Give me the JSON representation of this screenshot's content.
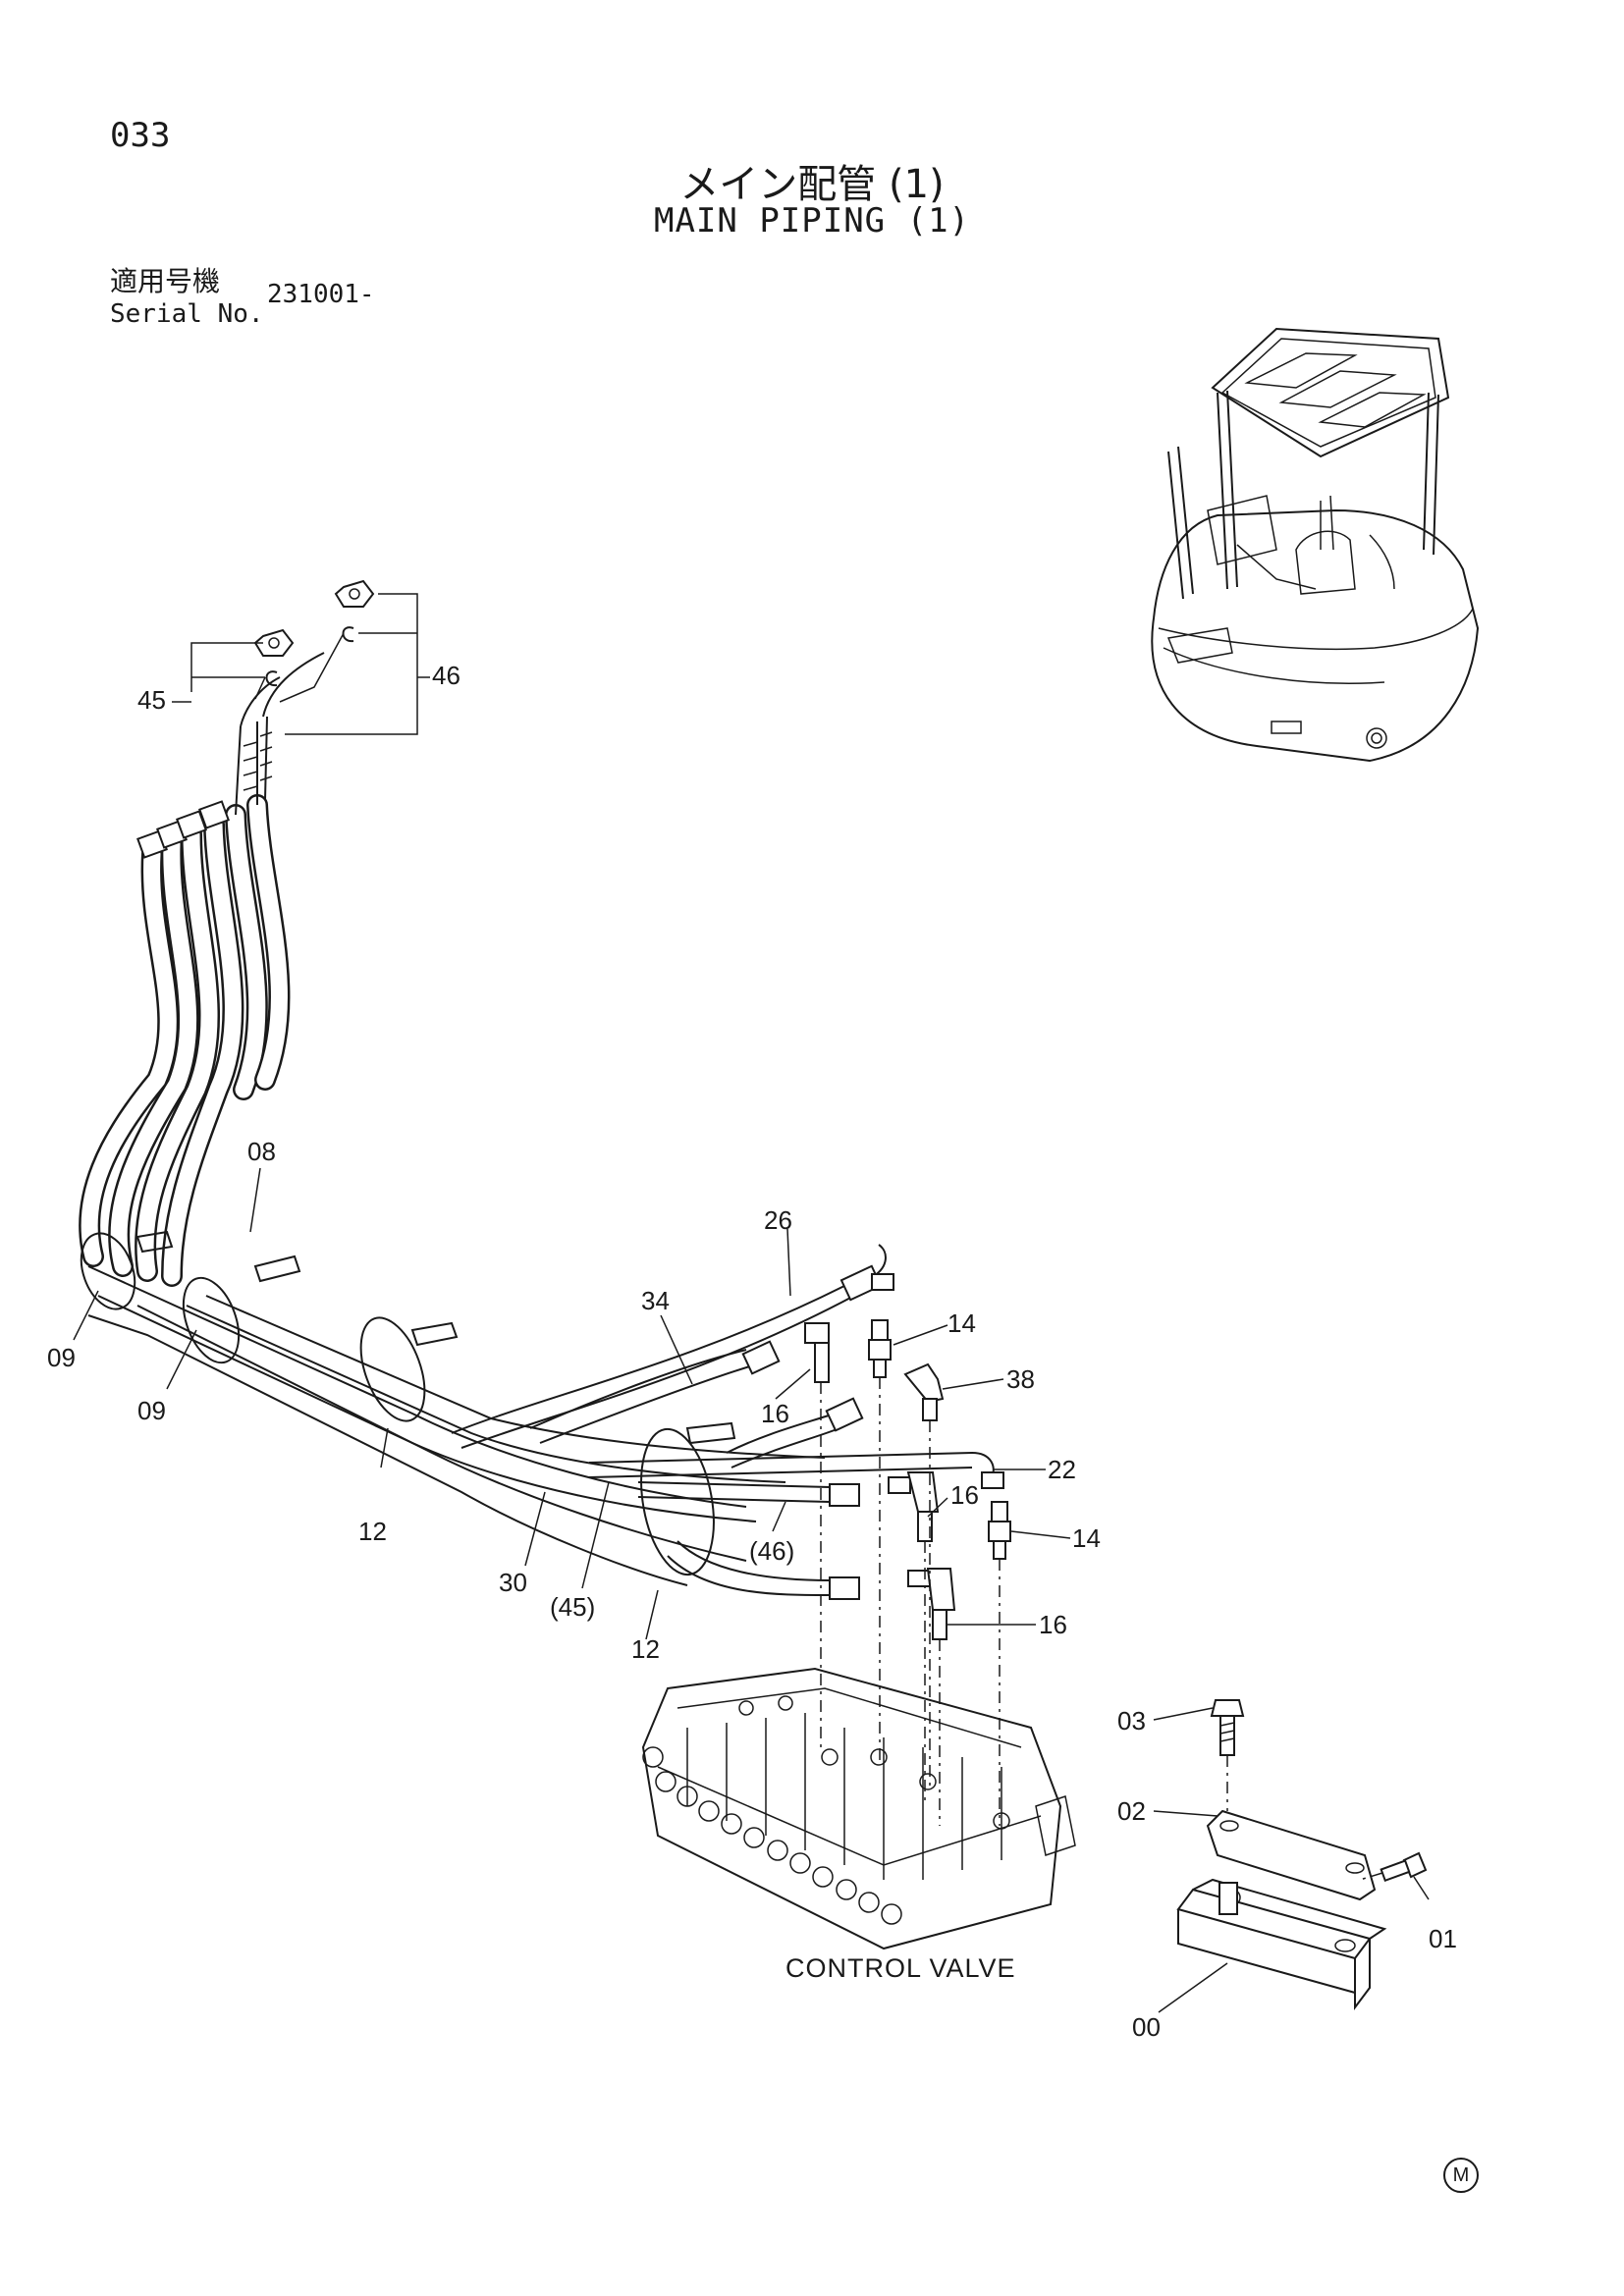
{
  "header": {
    "page_number": "033",
    "title_jp": "メイン配管 (1)",
    "title_en": "MAIN PIPING (1)",
    "serial_label_jp": "適用号機",
    "serial_label_en": "Serial No.",
    "serial_value": "231001-"
  },
  "diagram": {
    "component_label": "CONTROL VALVE",
    "corner_mark": "M",
    "callouts": {
      "p45": "45",
      "p46": "46",
      "p08": "08",
      "p09a": "09",
      "p09b": "09",
      "p26": "26",
      "p34": "34",
      "p14a": "14",
      "p38": "38",
      "p16a": "16",
      "p22": "22",
      "p16b": "16",
      "p14b": "14",
      "p46p": "(46)",
      "p12a": "12",
      "p30": "30",
      "p45p": "(45)",
      "p16c": "16",
      "p12b": "12",
      "p03": "03",
      "p02": "02",
      "p01": "01",
      "p00": "00"
    }
  }
}
